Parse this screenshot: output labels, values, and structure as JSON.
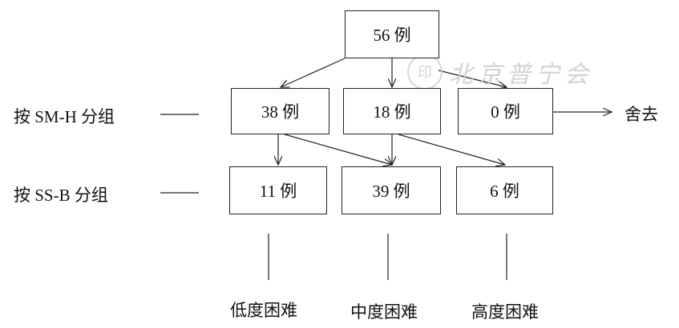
{
  "nodes": {
    "root": "56 例",
    "level1": [
      "38 例",
      "18 例",
      "0 例"
    ],
    "level2": [
      "11 例",
      "39 例",
      "6 例"
    ]
  },
  "row_labels": {
    "sm_h": "按 SM-H 分组",
    "ss_b": "按 SS-B 分组"
  },
  "discard_label": "舍去",
  "outcomes": [
    "低度困难",
    "中度困难",
    "高度困难"
  ],
  "watermark": {
    "text": "北京普宁会",
    "seal": "印"
  },
  "colors": {
    "line": "#222222",
    "watermark": "#cfcfcf"
  }
}
